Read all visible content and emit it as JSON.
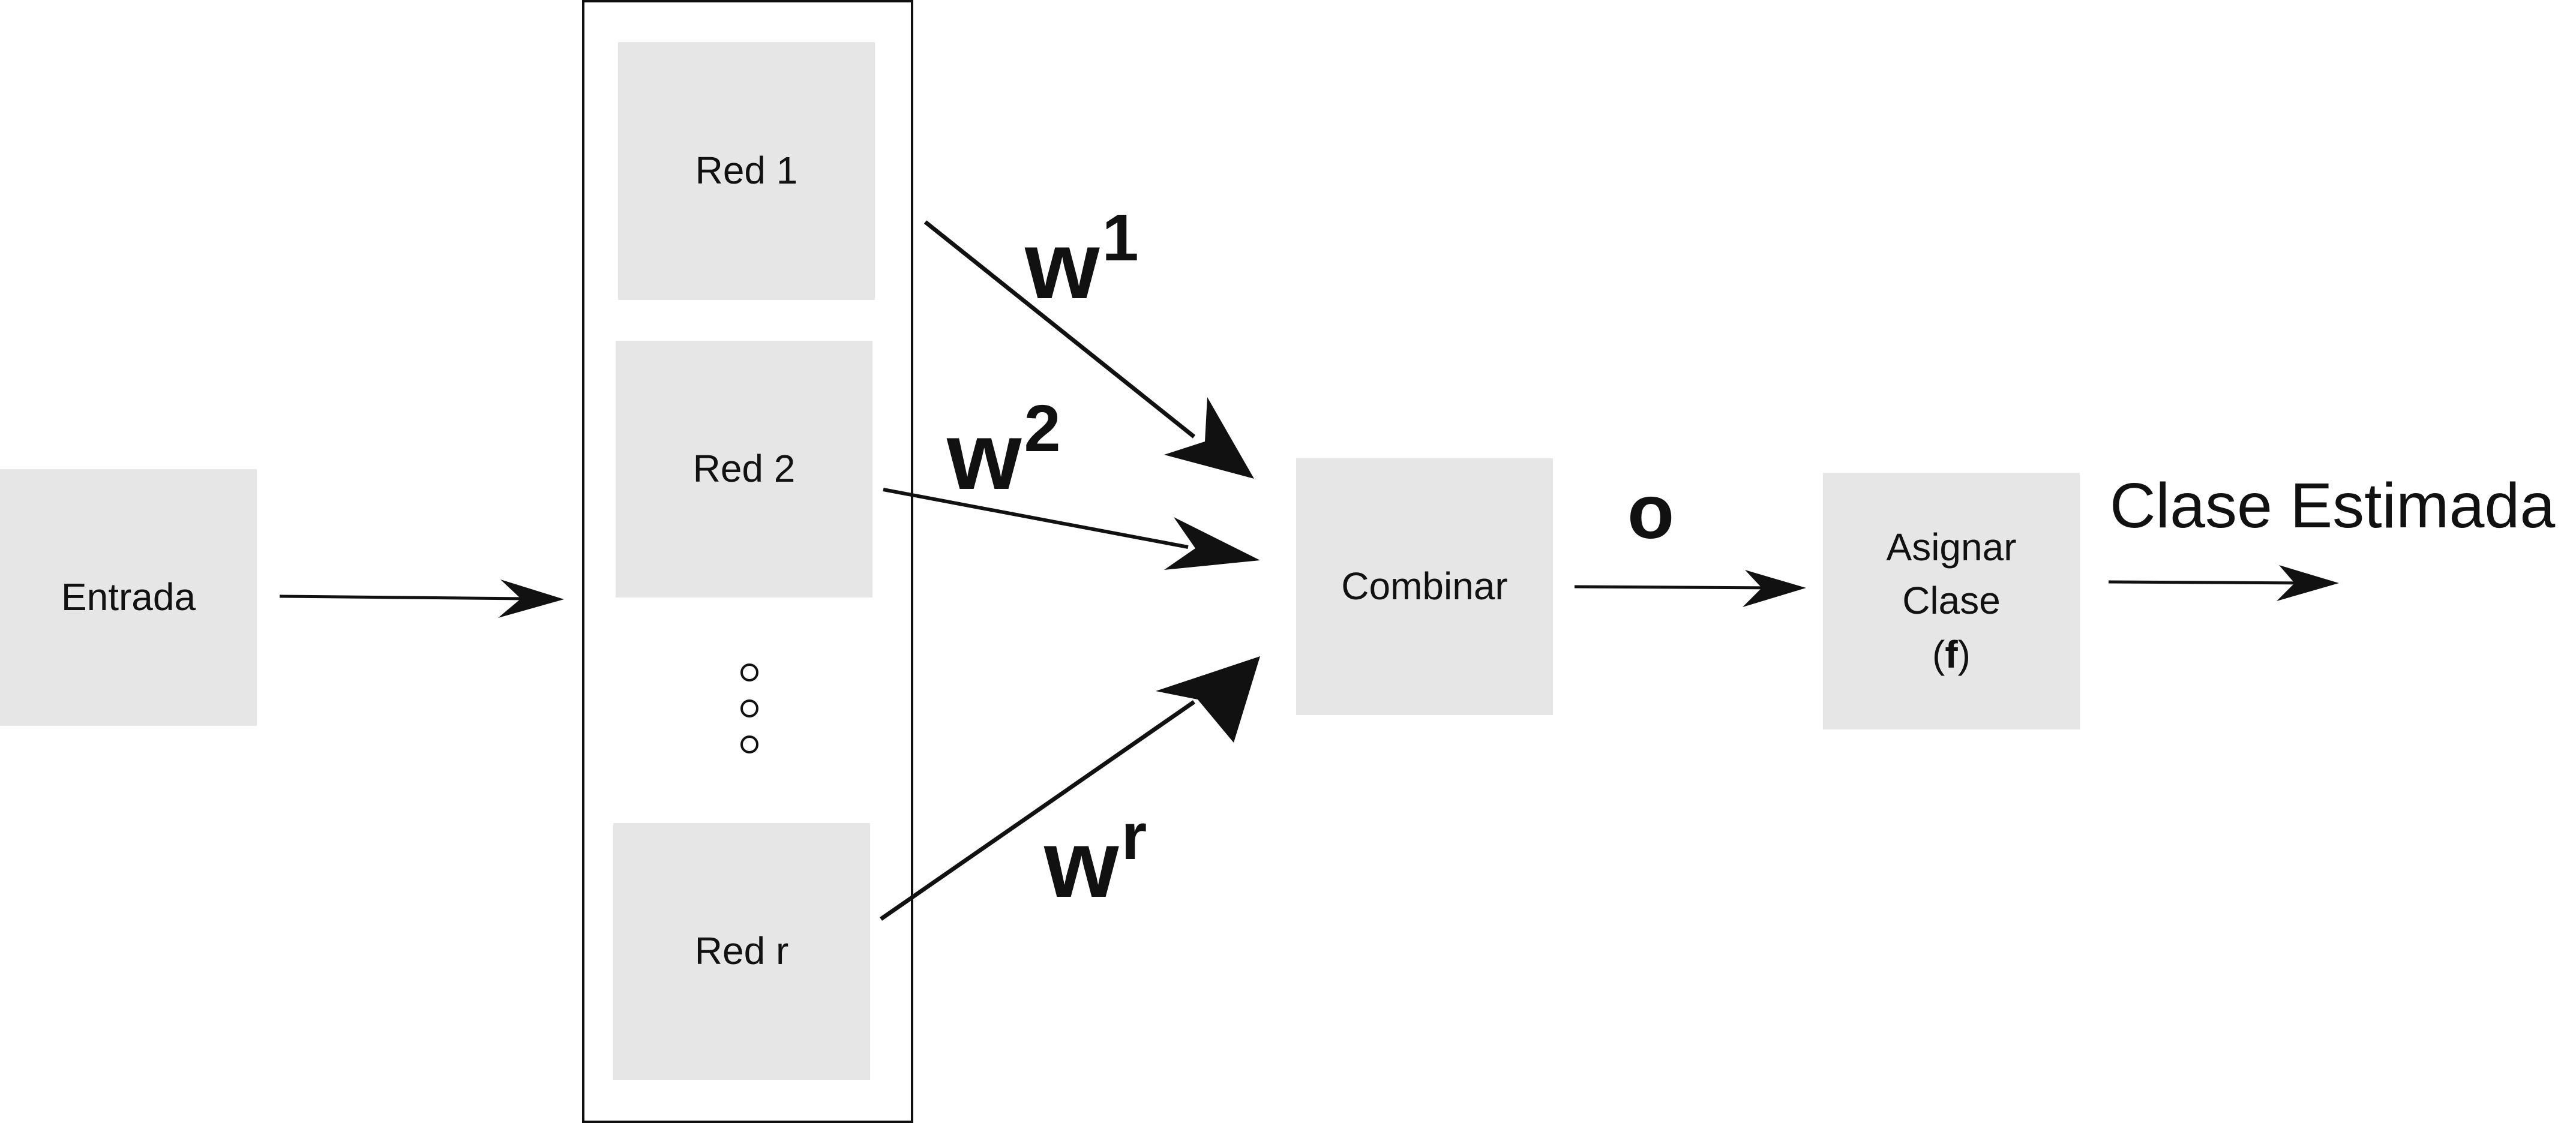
{
  "nodes": {
    "entrada": "Entrada",
    "red1": "Red 1",
    "red2": "Red 2",
    "redr": "Red r",
    "combinar": "Combinar",
    "asignar_line1": "Asignar",
    "asignar_line2": "Clase",
    "asignar_f": "f"
  },
  "weights": {
    "w1": {
      "base": "w",
      "sup": "1"
    },
    "w2": {
      "base": "w",
      "sup": "2"
    },
    "wr": {
      "base": "w",
      "sup": "r"
    }
  },
  "combined_output": "o",
  "final_output": "Clase Estimada"
}
